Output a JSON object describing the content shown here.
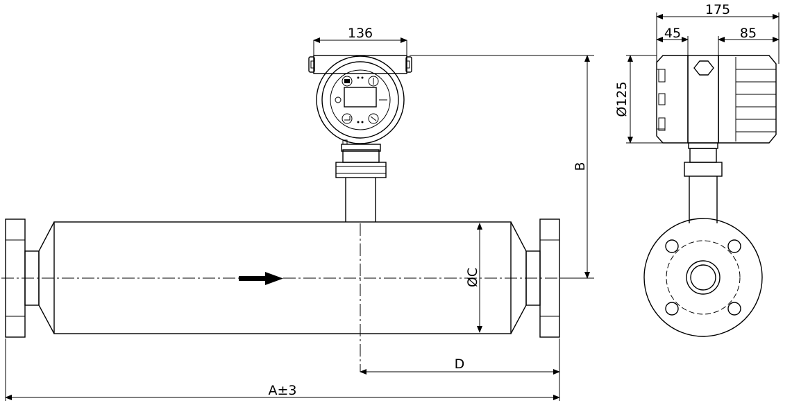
{
  "drawing": {
    "labels": {
      "width_136": "136",
      "depth_175": "175",
      "depth_45": "45",
      "depth_85": "85",
      "diameter_125": "Ø125",
      "height_b": "B",
      "diameter_c": "ØC",
      "offset_d": "D",
      "length_a": "A±3"
    },
    "icons": [
      "flow-arrow-icon",
      "keypad-button-icon",
      "bolt-hex-icon"
    ]
  }
}
